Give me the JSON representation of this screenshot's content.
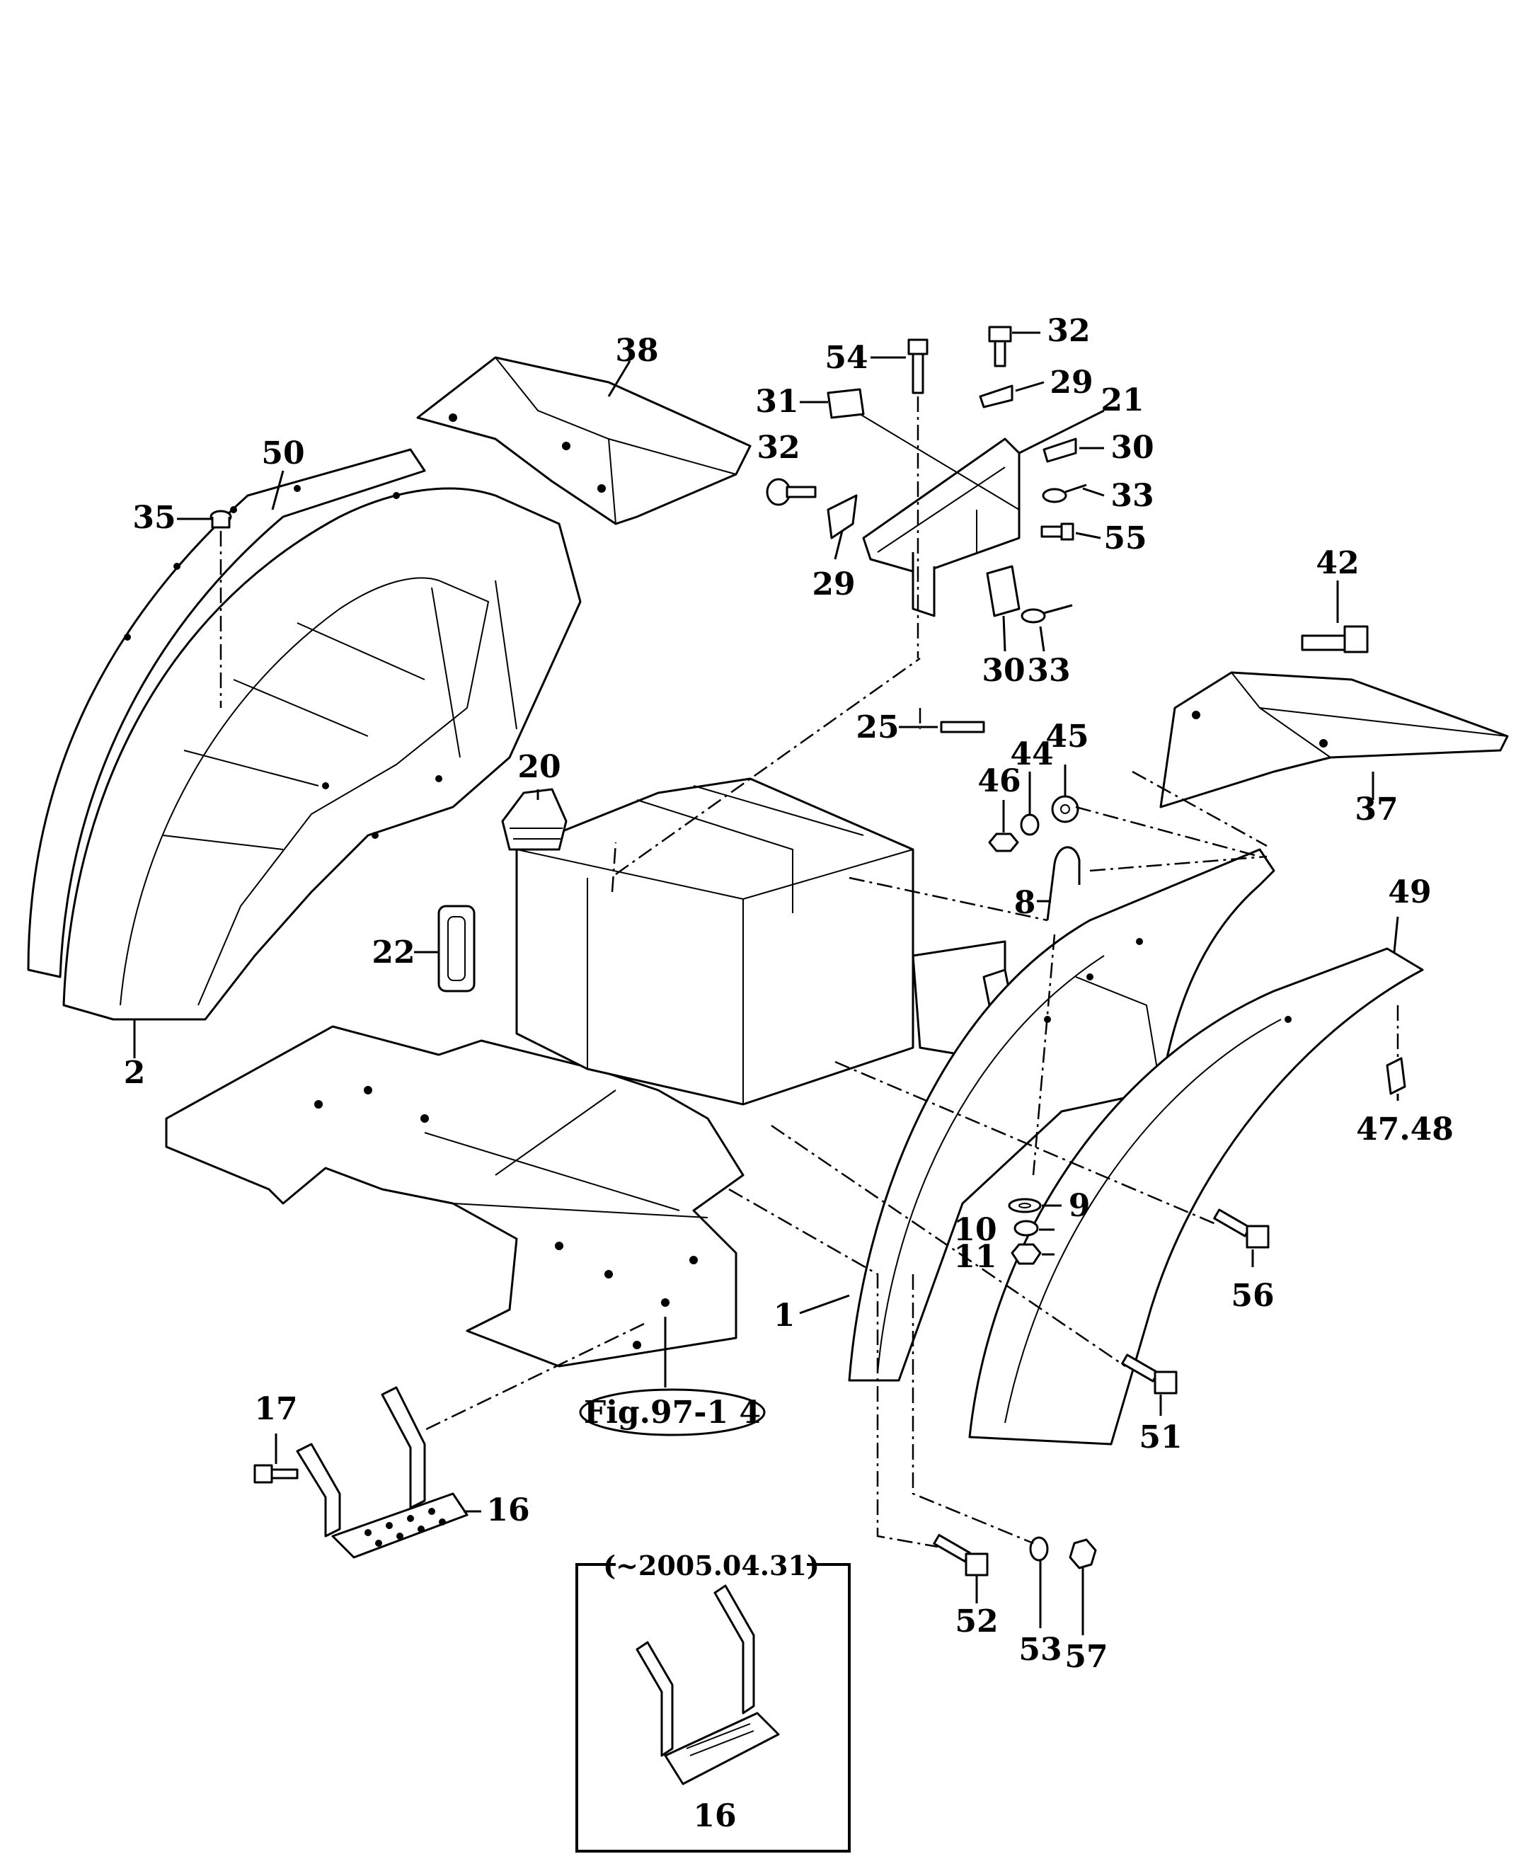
{
  "diagram": {
    "callouts": [
      {
        "id": "c2",
        "text": "2"
      },
      {
        "id": "c50",
        "text": "50"
      },
      {
        "id": "c35",
        "text": "35"
      },
      {
        "id": "c38",
        "text": "38"
      },
      {
        "id": "c54",
        "text": "54"
      },
      {
        "id": "c32a",
        "text": "32"
      },
      {
        "id": "c29a",
        "text": "29"
      },
      {
        "id": "c31",
        "text": "31"
      },
      {
        "id": "c21",
        "text": "21"
      },
      {
        "id": "c30a",
        "text": "30"
      },
      {
        "id": "c33a",
        "text": "33"
      },
      {
        "id": "c32b",
        "text": "32"
      },
      {
        "id": "c55",
        "text": "55"
      },
      {
        "id": "c29b",
        "text": "29"
      },
      {
        "id": "c30b",
        "text": "30"
      },
      {
        "id": "c33b",
        "text": "33"
      },
      {
        "id": "c42",
        "text": "42"
      },
      {
        "id": "c25",
        "text": "25"
      },
      {
        "id": "c45",
        "text": "45"
      },
      {
        "id": "c44",
        "text": "44"
      },
      {
        "id": "c46",
        "text": "46"
      },
      {
        "id": "c37",
        "text": "37"
      },
      {
        "id": "c20",
        "text": "20"
      },
      {
        "id": "c8",
        "text": "8"
      },
      {
        "id": "c49",
        "text": "49"
      },
      {
        "id": "c22",
        "text": "22"
      },
      {
        "id": "c4748",
        "text": "47.48"
      },
      {
        "id": "c9",
        "text": "9"
      },
      {
        "id": "c10",
        "text": "10"
      },
      {
        "id": "c11",
        "text": "11"
      },
      {
        "id": "c56",
        "text": "56"
      },
      {
        "id": "c1",
        "text": "1"
      },
      {
        "id": "c51",
        "text": "51"
      },
      {
        "id": "c17",
        "text": "17"
      },
      {
        "id": "c16a",
        "text": "16"
      },
      {
        "id": "c52",
        "text": "52"
      },
      {
        "id": "c53",
        "text": "53"
      },
      {
        "id": "c57",
        "text": "57"
      },
      {
        "id": "c16b",
        "text": "16"
      }
    ],
    "figure_reference": "Fig.97-1 4",
    "inset_caption": "(~2005.04.31)"
  }
}
